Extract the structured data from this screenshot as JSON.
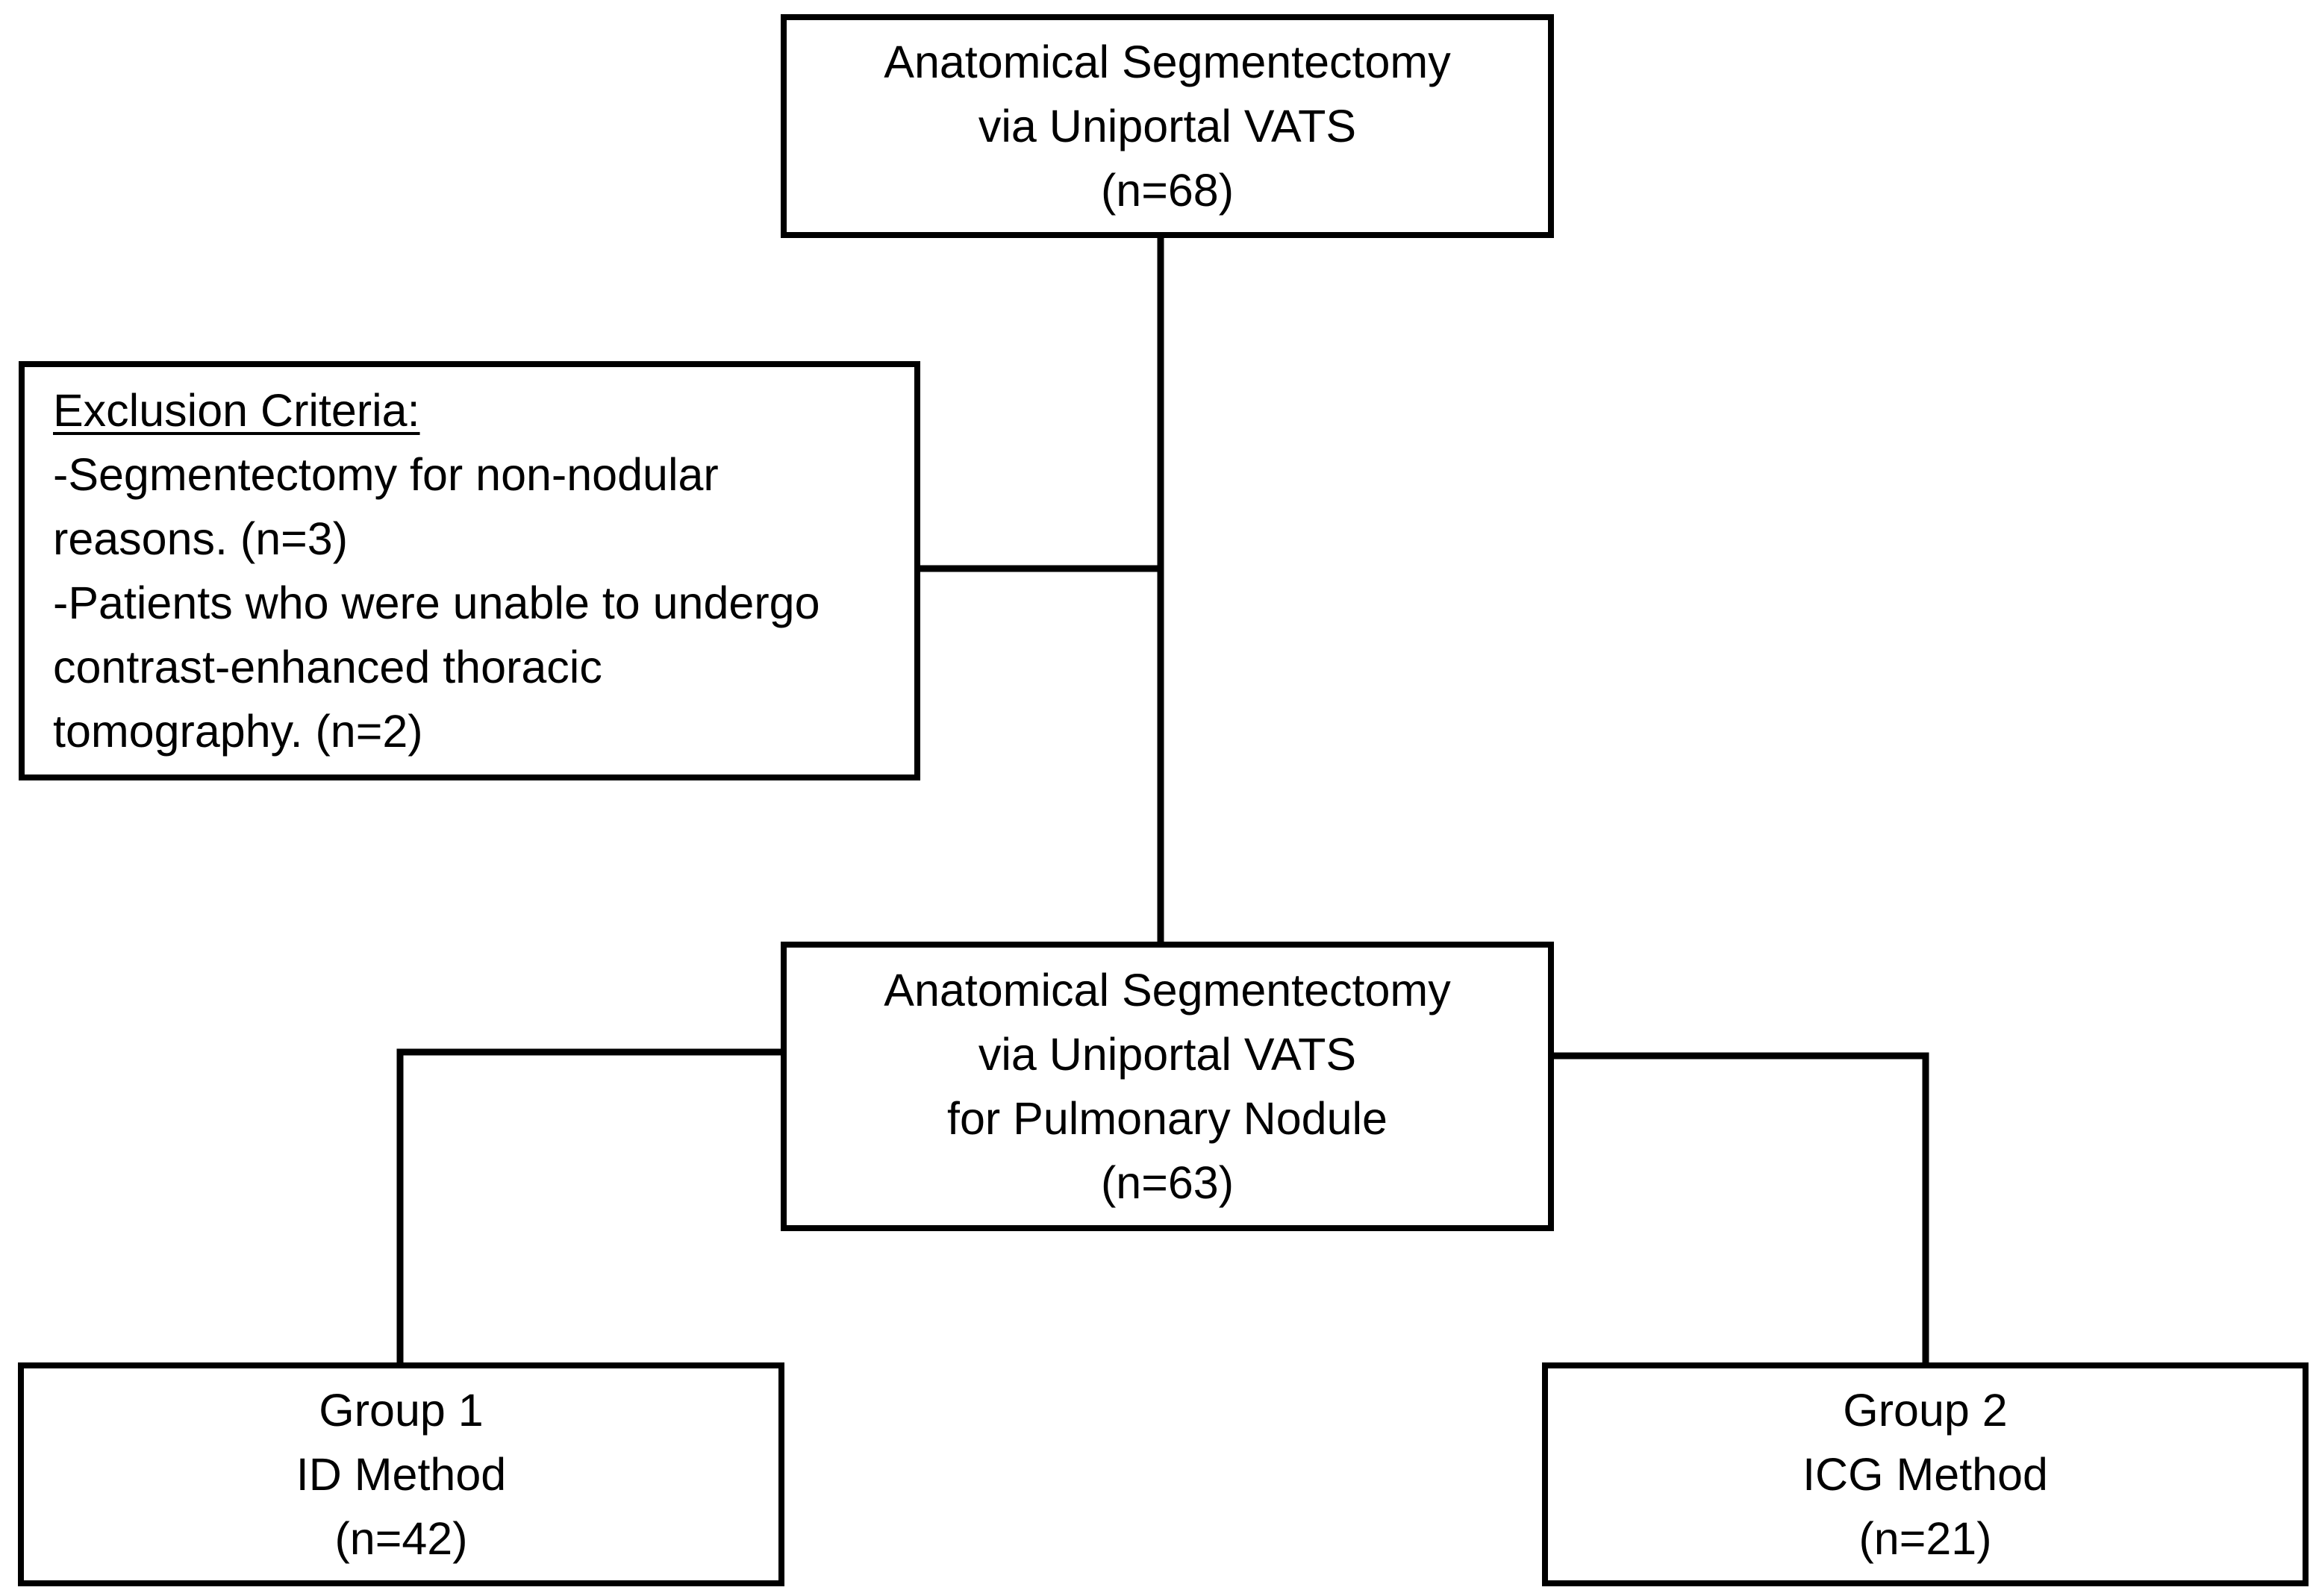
{
  "top_box": {
    "line1": "Anatomical Segmentectomy",
    "line2": "via Uniportal VATS",
    "line3": "(n=68)"
  },
  "exclusion_box": {
    "heading": "Exclusion Criteria:",
    "item1_line1": "-Segmentectomy for non-nodular",
    "item1_line2": "reasons. (n=3)",
    "item2_line1": "-Patients who were unable to undergo",
    "item2_line2": "contrast-enhanced thoracic",
    "item2_line3": "tomography. (n=2)"
  },
  "middle_box": {
    "line1": "Anatomical Segmentectomy",
    "line2": "via Uniportal VATS",
    "line3": "for Pulmonary Nodule",
    "line4": "(n=63)"
  },
  "group1_box": {
    "line1": "Group 1",
    "line2": "ID Method",
    "line3": "(n=42)"
  },
  "group2_box": {
    "line1": "Group 2",
    "line2": "ICG Method",
    "line3": "(n=21)"
  },
  "colors": {
    "stroke": "#000000",
    "background": "#ffffff",
    "text": "#000000"
  }
}
